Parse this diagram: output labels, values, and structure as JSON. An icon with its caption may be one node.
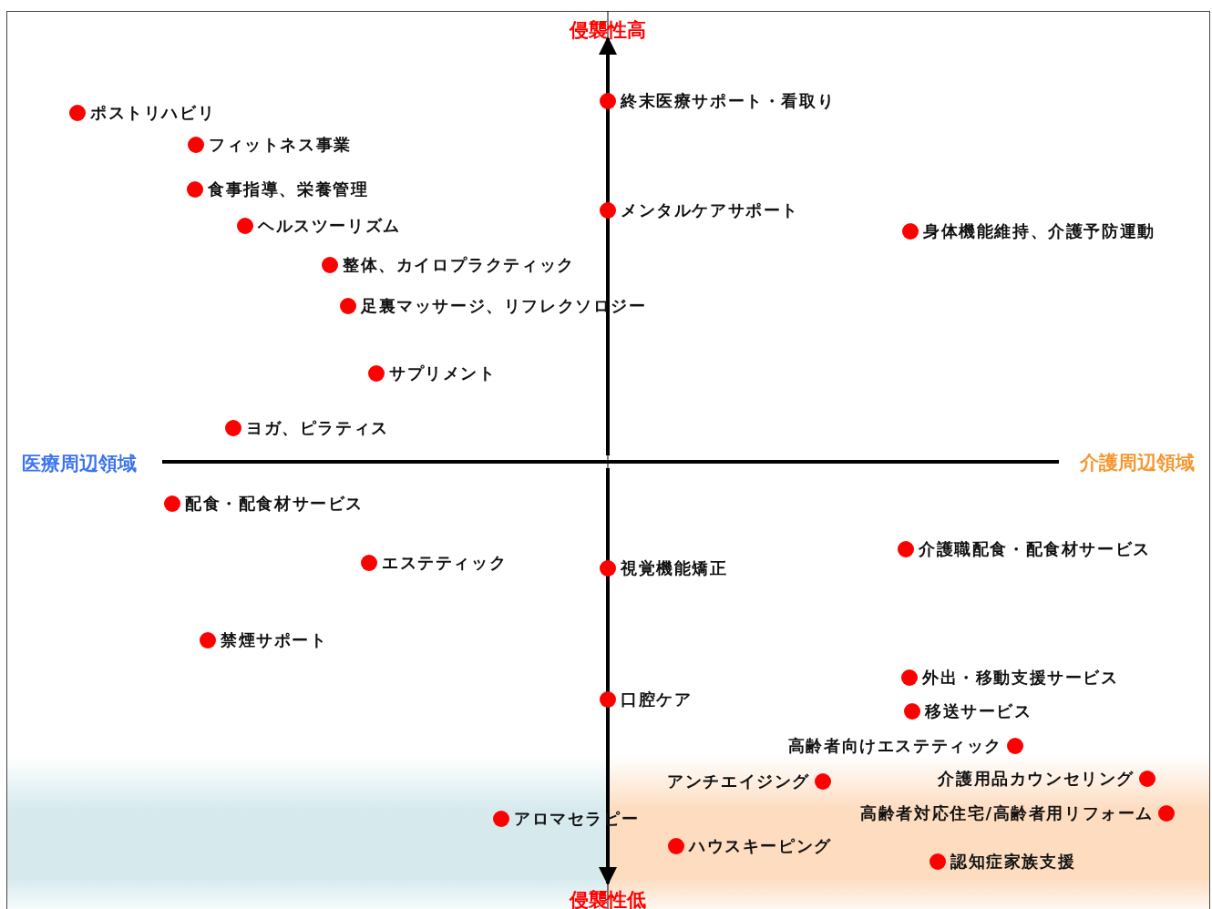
{
  "diagram": {
    "labels": [
      "侵襲性高",
      "終末医療サポート・看取り",
      "ポストリハビリ",
      "フィットネス事業",
      "食事指導、栄養管理",
      "メンタルケアサポート",
      "ヘルスツーリズム",
      "身体機能維持、介護予防運動",
      "整体、カイロプラクティック",
      "足裏マッサージ、リフレクソロジー",
      "サプリメント",
      "ヨガ、ピラティス",
      "医療周辺領域",
      "介護周辺領域",
      "配食・配食材サービス",
      "介護職配食・配食材サービス",
      "エステティック",
      "視覚機能矯正",
      "禁煙サポート",
      "外出・移動支援サービス",
      "口腔ケア",
      "移送サービス",
      "高齢者向けエステティック",
      "アンチエイジング",
      "介護用品カウンセリング",
      "アロマセラピー",
      "高齢者対応住宅/高齢者用リフォーム",
      "ハウスキーピング",
      "認知症家族支援",
      "侵襲性低"
    ]
  }
}
